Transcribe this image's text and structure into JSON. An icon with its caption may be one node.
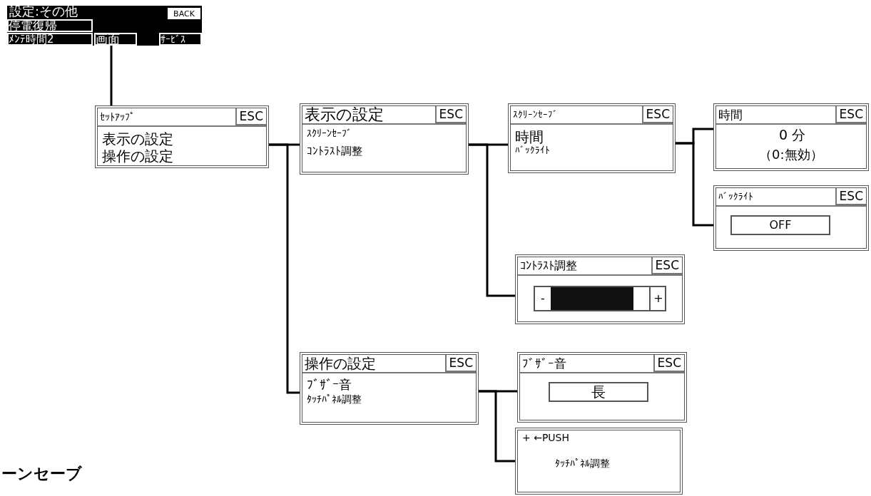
{
  "diagram": {
    "nodes": [
      {
        "text": [
          "設定:その他"
        ]
      },
      {
        "text": [
          "BACK"
        ],
        "in": 0
      },
      {
        "text": [
          "停電復帰"
        ],
        "in": 0
      },
      {
        "text": [
          "ﾒﾝﾃ時間2"
        ],
        "in": 0
      },
      {
        "text": [
          "画面"
        ],
        "in": 0
      },
      {
        "text": [
          "ｻｰﾋﾞｽ"
        ],
        "in": 0
      },
      {
        "text": [
          "ｾｯﾄｱｯﾌﾟ",
          "ESC",
          "表示の設定",
          "操作の設定"
        ]
      },
      {
        "text": [
          "表示の設定",
          "ESC",
          "ｽｸﾘｰﾝｾｰﾌﾞ",
          "ｺﾝﾄﾗｽﾄ調整"
        ]
      },
      {
        "text": [
          "ｽｸﾘｰﾝｾｰﾌﾞ",
          "ESC",
          "時間",
          "ﾊﾞｯｸﾗｲﾄ"
        ]
      },
      {
        "text": [
          "時間",
          "ESC",
          "0 分",
          "（0:無効）"
        ]
      },
      {
        "text": [
          "ﾊﾞｯｸﾗｲﾄ",
          "ESC",
          "OFF"
        ]
      },
      {
        "text": [
          "ｺﾝﾄﾗｽﾄ調整",
          "ESC",
          "-",
          "+"
        ]
      },
      {
        "text": [
          "操作の設定",
          "ESC",
          "ﾌﾞｻﾞｰ音",
          "ﾀｯﾁﾊﾟﾈﾙ調整"
        ]
      },
      {
        "text": [
          "ﾌﾞｻﾞｰ音",
          "ESC",
          "長"
        ]
      },
      {
        "text": [
          "+ ←PUSH",
          "ﾀｯﾁﾊﾟﾈﾙ調整"
        ]
      }
    ],
    "edges": [
      {
        "from": 4,
        "to": 6,
        "arrow": "none"
      },
      {
        "from": 6,
        "to": 7,
        "arrow": "none"
      },
      {
        "from": 6,
        "to": 12,
        "arrow": "none"
      },
      {
        "from": 7,
        "to": 8,
        "arrow": "none"
      },
      {
        "from": 7,
        "to": 11,
        "arrow": "none"
      },
      {
        "from": 8,
        "to": 9,
        "arrow": "none"
      },
      {
        "from": 8,
        "to": 10,
        "arrow": "none"
      },
      {
        "from": 12,
        "to": 13,
        "arrow": "none"
      },
      {
        "from": 12,
        "to": 14,
        "arrow": "none"
      }
    ],
    "labels": [
      "ーンセーブ"
    ]
  }
}
